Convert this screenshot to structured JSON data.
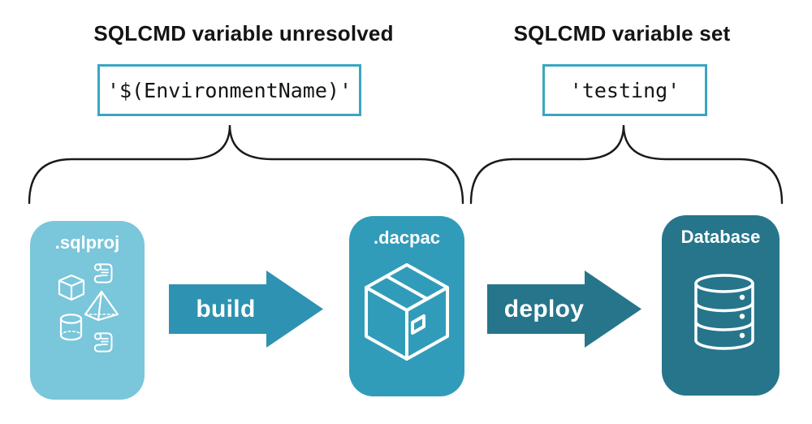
{
  "diagram": {
    "left_annotation": {
      "heading": "SQLCMD variable unresolved",
      "code": "'$(EnvironmentName)'"
    },
    "right_annotation": {
      "heading": "SQLCMD variable set",
      "code": "'testing'"
    },
    "stages": [
      {
        "id": "sqlproj",
        "label": ".sqlproj",
        "color": "#7AC6DB",
        "icon": "sql-objects-icon"
      },
      {
        "id": "dacpac",
        "label": ".dacpac",
        "color": "#319CBA",
        "icon": "package-box-icon"
      },
      {
        "id": "database",
        "label": "Database",
        "color": "#26758B",
        "icon": "database-cylinder-icon"
      }
    ],
    "arrows": [
      {
        "id": "build",
        "label": "build",
        "color": "#2E92B2"
      },
      {
        "id": "deploy",
        "label": "deploy",
        "color": "#26758B"
      }
    ],
    "colors": {
      "background": "#ffffff",
      "heading_text": "#141414",
      "code_box_border": "#3AA6C1",
      "brace_stroke": "#1A1A1A"
    }
  }
}
